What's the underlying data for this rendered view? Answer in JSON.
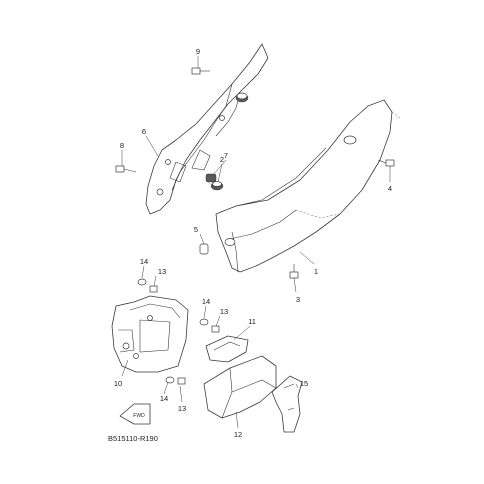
{
  "callouts": {
    "c1": "1",
    "c2": "2",
    "c3": "3",
    "c4": "4",
    "c5": "5",
    "c6": "6",
    "c7": "7",
    "c8": "8",
    "c9": "9",
    "c10": "10",
    "c11": "11",
    "c12": "12",
    "c13a": "13",
    "c13b": "13",
    "c13c": "13",
    "c14a": "14",
    "c14b": "14",
    "c14c": "14",
    "c15": "15"
  },
  "fwd_marker": "FWD",
  "drawing_code": "B515110-R190",
  "line_color": "#3a3a3a",
  "fill_color": "#ffffff"
}
